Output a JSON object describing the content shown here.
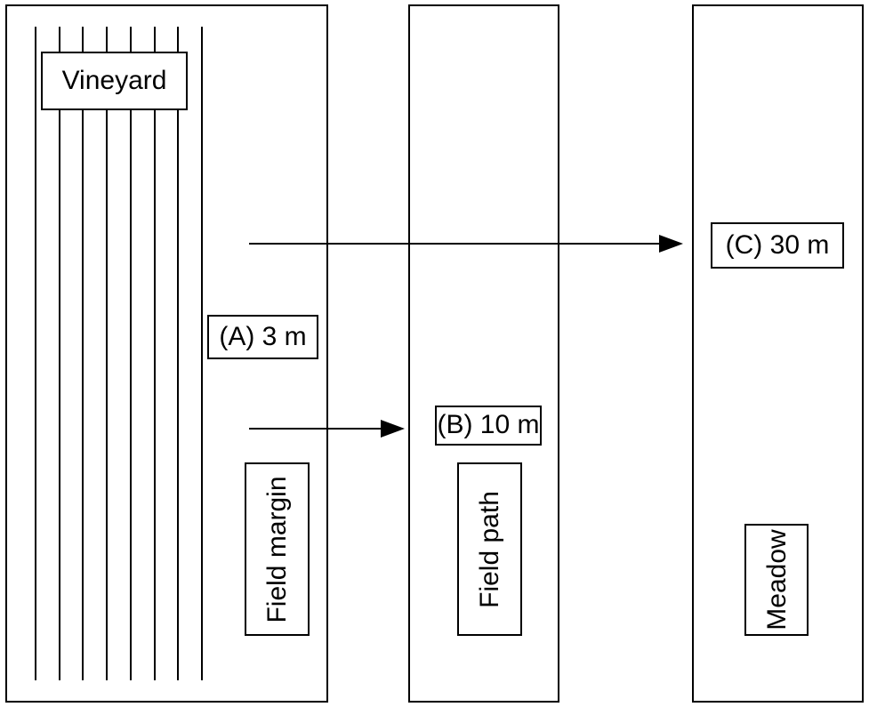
{
  "labels": {
    "vineyard": "Vineyard",
    "distance_a": "(A) 3 m",
    "distance_b": "(B) 10 m",
    "distance_c": "(C) 30 m",
    "field_margin": "Field margin",
    "field_path": "Field path",
    "meadow": "Meadow"
  },
  "vineyard_row_count": 8
}
